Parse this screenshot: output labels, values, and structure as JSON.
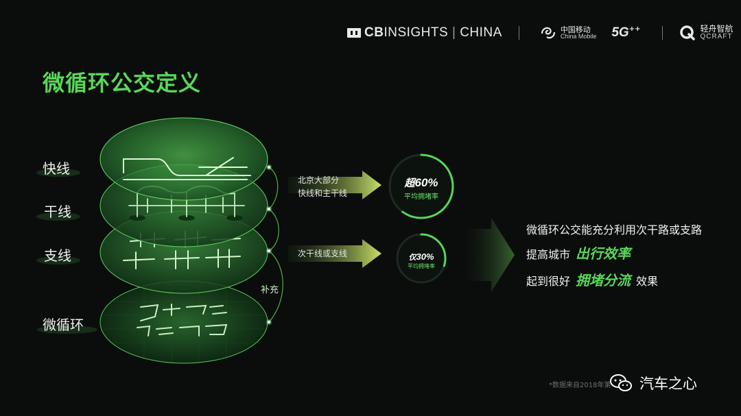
{
  "title": "微循环公交定义",
  "brands": {
    "cbinsights_bold": "CB",
    "cbinsights_rest": "INSIGHTS",
    "cbinsights_sep": "|",
    "cbinsights_region": "CHINA",
    "china_mobile_cn": "中国移动",
    "china_mobile_en": "China Mobile",
    "fiveg": "5G",
    "fiveg_plus": "++",
    "qcraft_cn": "轻舟智航",
    "qcraft_en": "QCRAFT"
  },
  "layers": [
    {
      "label": "快线"
    },
    {
      "label": "干线"
    },
    {
      "label": "支线"
    },
    {
      "label": "微循环"
    }
  ],
  "supplement_label": "补充",
  "flows": [
    {
      "lines": [
        "北京大部分",
        "快线和主干线"
      ],
      "prefix": "超",
      "value": "60%",
      "sub": "平均拥堵率",
      "fraction": 0.6
    },
    {
      "lines": [
        "次干线或支线"
      ],
      "prefix": "仅",
      "value": "30%",
      "sub": "平均拥堵率",
      "fraction": 0.3
    }
  ],
  "conclusion": {
    "line1": "微循环公交能充分利用次干路或支路",
    "line2_pre": "提高城市",
    "line2_hl": "出行效率",
    "line3_pre": "起到很好",
    "line3_hl": "拥堵分流",
    "line3_post": "效果"
  },
  "footnote": "*数据来自2018年第",
  "watermark": "汽车之心"
}
